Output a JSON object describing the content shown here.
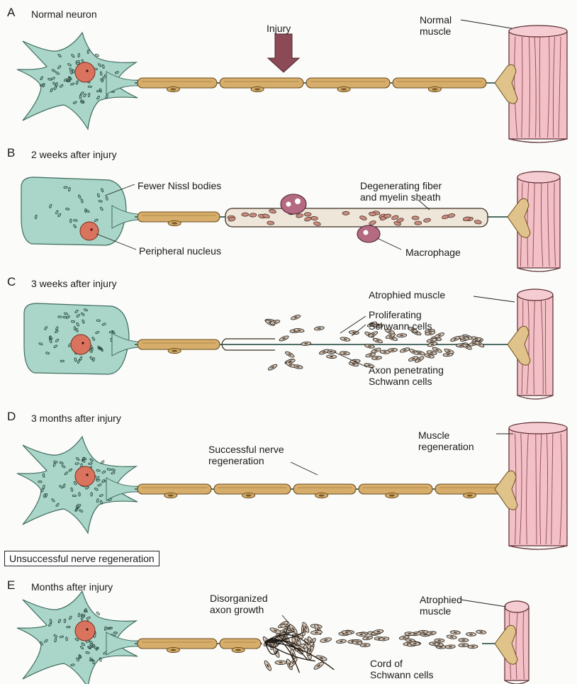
{
  "panels": {
    "a": {
      "letter": "A",
      "title": "Normal neuron",
      "injury": "Injury",
      "muscle": "Normal\nmuscle"
    },
    "b": {
      "letter": "B",
      "title": "2 weeks after injury",
      "nissl": "Fewer Nissl bodies",
      "nucleus": "Peripheral nucleus",
      "degenerating": "Degenerating fiber\nand myelin sheath",
      "macrophage": "Macrophage"
    },
    "c": {
      "letter": "C",
      "title": "3 weeks after injury",
      "muscle": "Atrophied muscle",
      "proliferating": "Proliferating\nSchwann cells",
      "penetrating": "Axon penetrating\nSchwann cells"
    },
    "d": {
      "letter": "D",
      "title": "3 months after injury",
      "success": "Successful nerve\nregeneration",
      "muscle": "Muscle\nregeneration"
    },
    "unsuccessful": "Unsuccessful nerve regeneration",
    "e": {
      "letter": "E",
      "title": "Months after injury",
      "disorganized": "Disorganized\naxon growth",
      "muscle": "Atrophied\nmuscle",
      "cord": "Cord of\nSchwann cells"
    }
  },
  "colors": {
    "soma": "#a9d6c8",
    "nucleus": "#d9735e",
    "myelin": "#d6ad6a",
    "muscle": "#f2c0c6",
    "arrow": "#8b4a55",
    "macrophage": "#b46b82"
  }
}
